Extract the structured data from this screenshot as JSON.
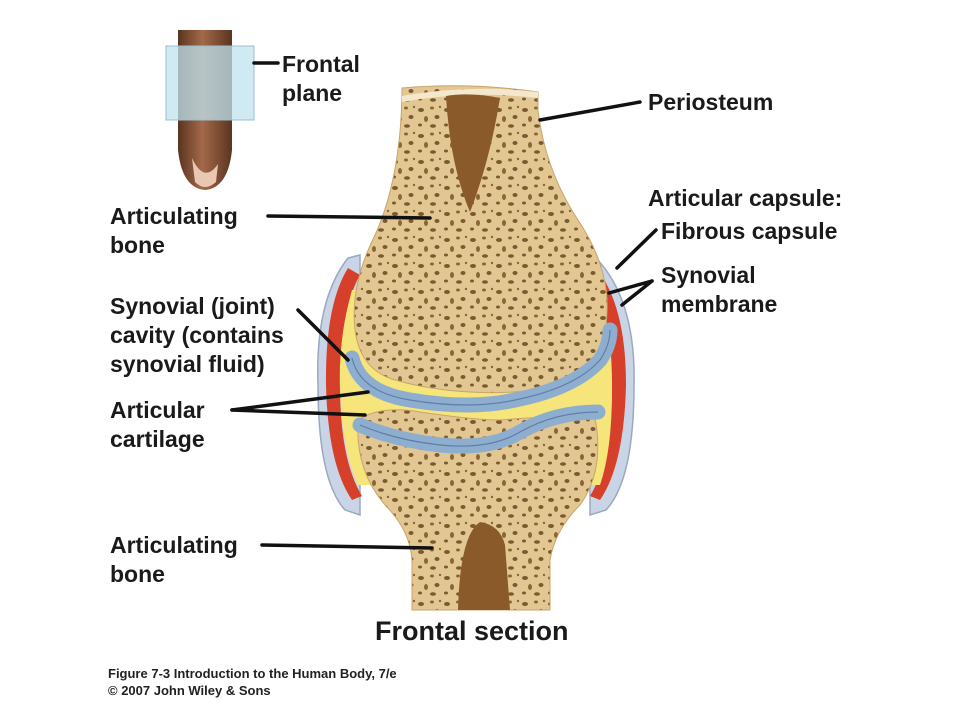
{
  "labels": {
    "frontal_plane": [
      "Frontal",
      "plane"
    ],
    "periosteum": "Periosteum",
    "articular_capsule": "Articular capsule:",
    "fibrous_capsule": "Fibrous capsule",
    "synovial_membrane": [
      "Synovial",
      "membrane"
    ],
    "articulating_bone_top": [
      "Articulating",
      "bone"
    ],
    "synovial_cavity": [
      "Synovial (joint)",
      "cavity (contains",
      "synovial fluid)"
    ],
    "articular_cartilage": [
      "Articular",
      "cartilage"
    ],
    "articulating_bone_bottom": [
      "Articulating",
      "bone"
    ]
  },
  "title": "Frontal section",
  "credit": [
    "Figure 7-3  Introduction to the Human Body, 7/e",
    "© 2007 John Wiley & Sons"
  ],
  "colors": {
    "bone": "#e2c793",
    "bone_pores": "#7a5a30",
    "marrow": "#8a5a2a",
    "cartilage": "#8eaed0",
    "synovial_fluid": "#f6e57a",
    "synovial_membrane": "#d6402a",
    "fibrous_capsule": "#c9d4e6",
    "finger_skin": "#8c5a3a",
    "plane": "#bfe3ef"
  }
}
